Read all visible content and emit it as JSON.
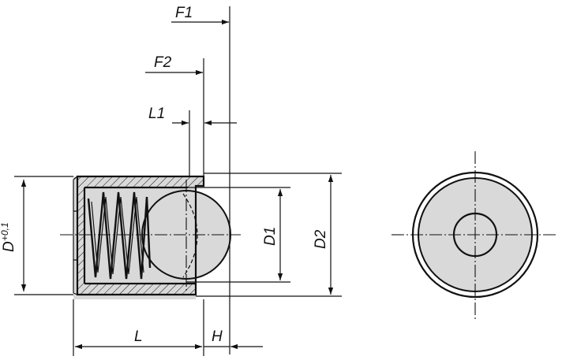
{
  "labels": {
    "F1": "F1",
    "F2": "F2",
    "L1": "L1",
    "D": "D",
    "D_tolerance": "+0,1",
    "D1": "D1",
    "D2": "D2",
    "L": "L",
    "H": "H"
  },
  "colors": {
    "line": "#111111",
    "fill": "#d9d9d9",
    "background": "#ffffff"
  }
}
